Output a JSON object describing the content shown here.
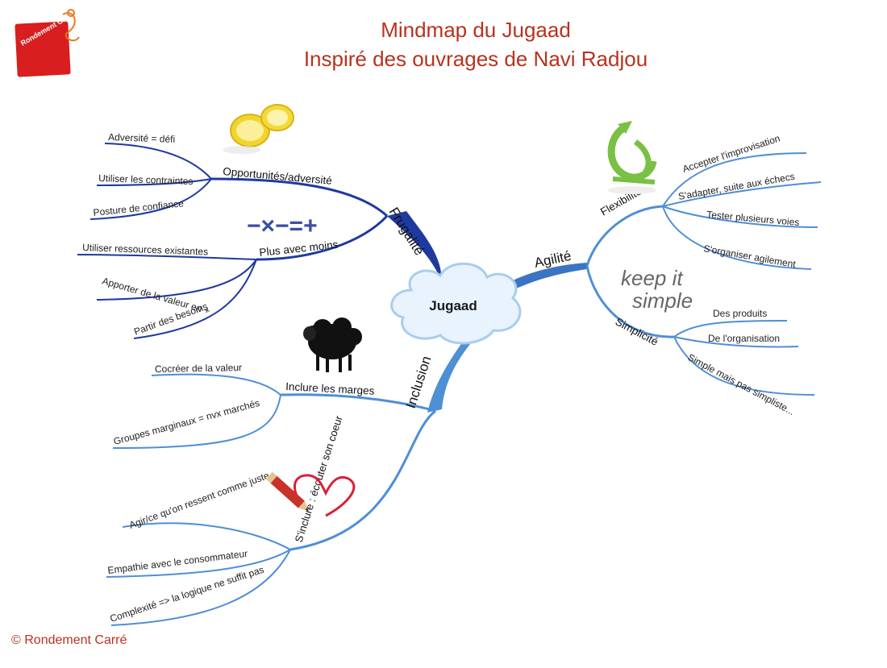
{
  "header": {
    "title_line1": "Mindmap du Jugaad",
    "title_line2": "Inspiré des ouvrages de Navi Radjou",
    "logo_text": "Rondement Carré"
  },
  "footer": {
    "copyright": "© Rondement Carré"
  },
  "center": {
    "label": "Jugaad"
  },
  "colors": {
    "title": "#b8321e",
    "dark_branch": "#1f3a9e",
    "light_branch": "#4e8fd6",
    "agility_branch": "#3a74c2",
    "heart": "#d8203a",
    "pencil": "#c8322a"
  },
  "icons": {
    "lemon": "lemon-icon",
    "math_signs": "math-signs-icon",
    "math_signs_text": "−×−=+",
    "sheep": "black-sheep-icon",
    "heart": "pencil-heart-icon",
    "recycle": "recycle-icon",
    "keep_simple": "keep-it-simple-icon",
    "keep_simple_line1": "keep it",
    "keep_simple_line2": "simple"
  },
  "branches": {
    "frugalite": {
      "label": "Frugalité",
      "children": [
        {
          "label": "Opportunités/adversité",
          "leaves": [
            "Adversité = défi",
            "Utiliser les contraintes",
            "Posture de confiance"
          ]
        },
        {
          "label": "Plus avec moins",
          "leaves": [
            "Utiliser  ressources existantes",
            "Apporter de la valeur en +",
            "Partir des besoins"
          ]
        }
      ]
    },
    "inclusion": {
      "label": "Inclusion",
      "children": [
        {
          "label": "Inclure les marges",
          "leaves": [
            "Cocréer de la valeur",
            "Groupes marginaux = nvx marchés"
          ]
        },
        {
          "label": "S'inclure : écouter son coeur",
          "leaves": [
            "Agir/ce qu'on ressent comme juste",
            "Empathie avec le consommateur",
            "Complexité => la logique ne suffit pas"
          ]
        }
      ]
    },
    "agilite": {
      "label": "Agilité",
      "children": [
        {
          "label": "Flexibilité",
          "leaves": [
            "Accepter  l'improvisation",
            "S'adapter, suite aux échecs",
            "Tester plusieurs voies",
            "S'organiser agilement"
          ]
        },
        {
          "label": "Simplicité",
          "leaves": [
            "Des produits",
            "De l'organisation",
            "Simple mais pas simpliste..."
          ]
        }
      ]
    }
  }
}
